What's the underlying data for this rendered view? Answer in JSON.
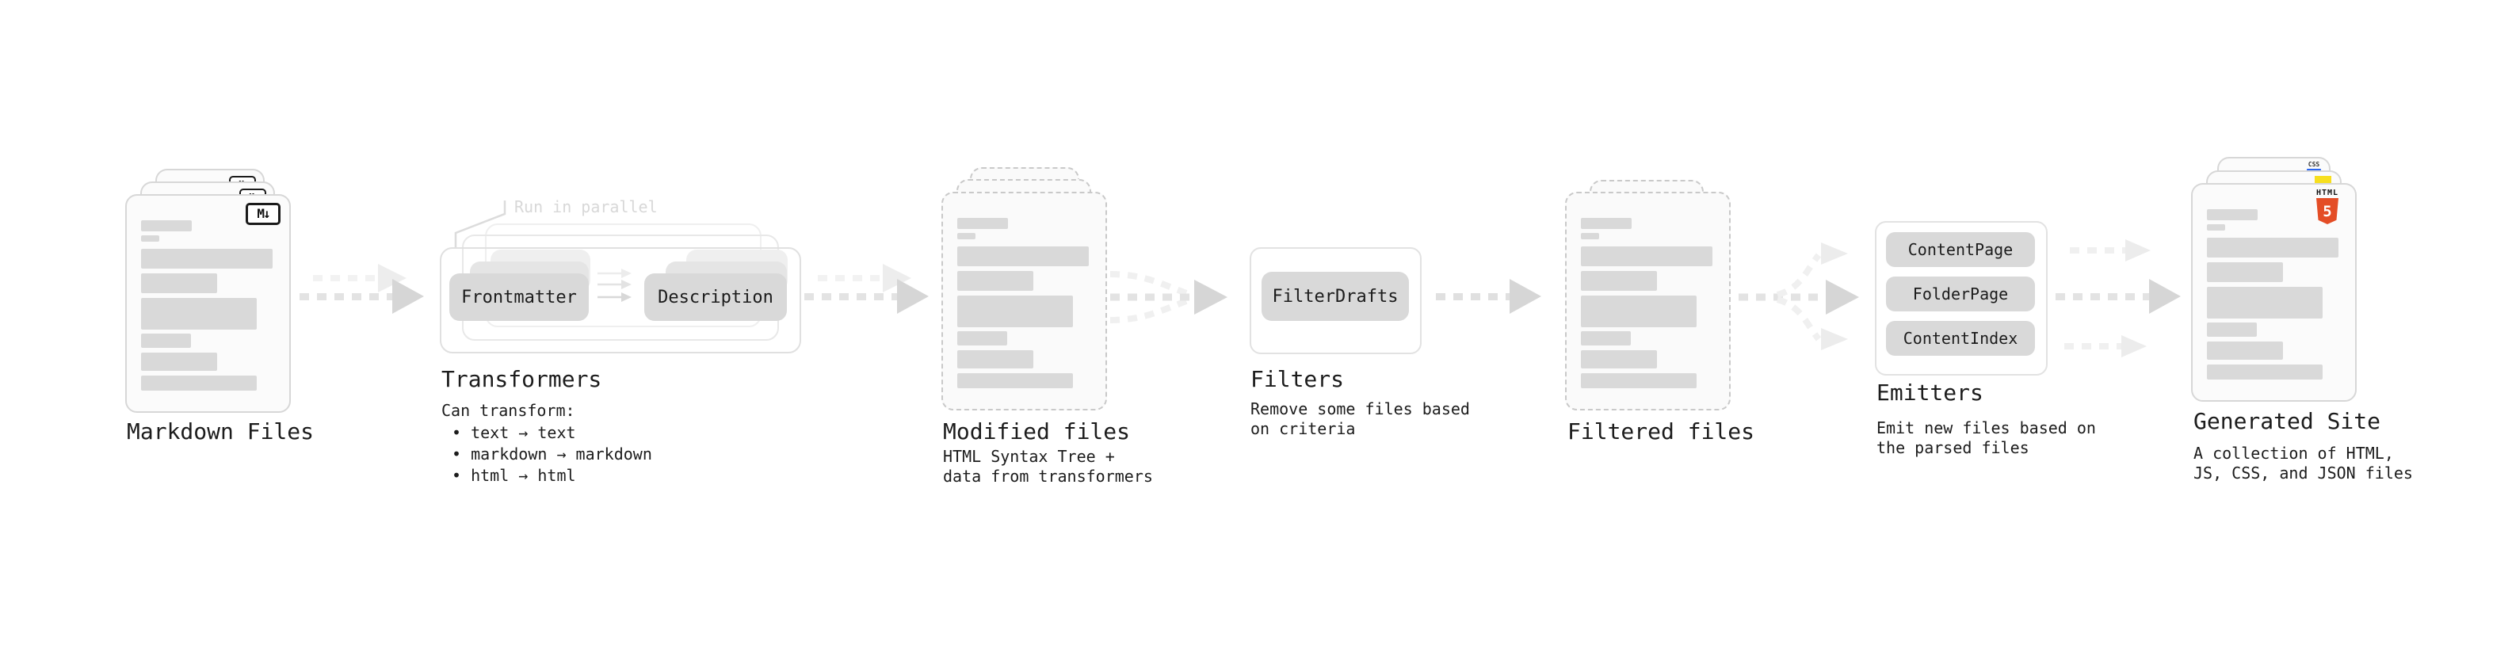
{
  "stages": {
    "markdown_files": {
      "label": "Markdown Files",
      "badge": "M↓"
    },
    "transformers": {
      "label": "Transformers",
      "note": "Run in parallel",
      "source_box": "Frontmatter",
      "target_box": "Description",
      "desc_title": "Can transform:",
      "bullets": [
        "• text → text",
        "• markdown → markdown",
        "• html → html"
      ]
    },
    "modified_files": {
      "label": "Modified files",
      "desc_line1": "HTML Syntax Tree +",
      "desc_line2": "data from transformers"
    },
    "filters": {
      "label": "Filters",
      "box": "FilterDrafts",
      "desc_line1": "Remove some files based",
      "desc_line2": "on criteria"
    },
    "filtered_files": {
      "label": "Filtered files"
    },
    "emitters": {
      "label": "Emitters",
      "boxes": [
        "ContentPage",
        "FolderPage",
        "ContentIndex"
      ],
      "desc_line1": "Emit new files based on",
      "desc_line2": "the parsed files"
    },
    "generated_site": {
      "label": "Generated Site",
      "desc_line1": "A collection of HTML,",
      "desc_line2": "JS, CSS, and JSON files",
      "badge_html_top": "HTML",
      "badge_html_num": "5",
      "badge_css": "CSS"
    }
  },
  "colors": {
    "html5_orange": "#e44d26",
    "js_yellow": "#f7df1e",
    "css_blue": "#2965f1",
    "box_gray": "#d9d9d9",
    "arrow_gray": "#d6d6d6",
    "note_gray": "#d8d8d8",
    "text": "#1c1c1c"
  }
}
